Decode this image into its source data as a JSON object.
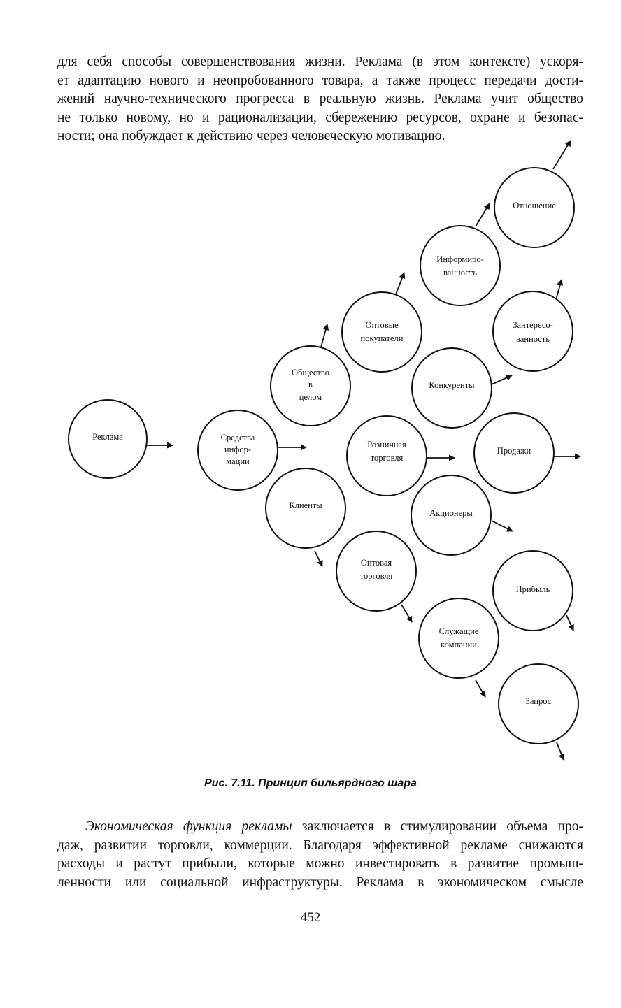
{
  "top_paragraph": {
    "lines": [
      "для себя способы совершенствования жизни. Реклама (в этом контексте) ускоря-",
      "ет адаптацию нового и неопробованного товара, а также процесс передачи дости-",
      "жений научно-технического прогресса в реальную жизнь. Реклама учит общество",
      "не только новому, но и рационализации, сбережению ресурсов, охране и безопас-",
      "ности; она побуждает к действию через человеческую мотивацию."
    ]
  },
  "diagram": {
    "nodes": {
      "reklama": [
        "Реклама"
      ],
      "sredstva": [
        "Средства",
        "инфор-",
        "мации"
      ],
      "obshchestvo": [
        "Общество",
        "в",
        "целом"
      ],
      "klienty": [
        "Клиенты"
      ],
      "optovye_pokupateli": [
        "Оптовые",
        "покупатели"
      ],
      "roznichnaya": [
        "Розничная",
        "торговля"
      ],
      "optovaya_torgovlya": [
        "Оптовая",
        "торговля"
      ],
      "informirovannost": [
        "Информиро-",
        "ванность"
      ],
      "konkurenty": [
        "Конкуренты"
      ],
      "aktsionery": [
        "Акционеры"
      ],
      "sluzhashchie": [
        "Служащие",
        "компании"
      ],
      "otnoshenie": [
        "Отношение"
      ],
      "zainteresovannost": [
        "Зантересо-",
        "ванность"
      ],
      "prodazhi": [
        "Продажи"
      ],
      "pribyl": [
        "Прибыль"
      ],
      "zapros": [
        "Запрос"
      ]
    }
  },
  "caption": "Рис. 7.11. Принцип бильярдного шара",
  "bottom_paragraph": {
    "italic_lead": "Экономическая функция рекламы",
    "line1_rest": " заключается в стимулировании объема про-",
    "lines": [
      "даж, развитии торговли, коммерции. Благодаря эффективной рекламе снижаются",
      "расходы и растут прибыли, которые можно инвестировать в развитие промыш-",
      "ленности или социальной инфраструктуры. Реклама в экономическом смысле"
    ]
  },
  "page_number": "452"
}
